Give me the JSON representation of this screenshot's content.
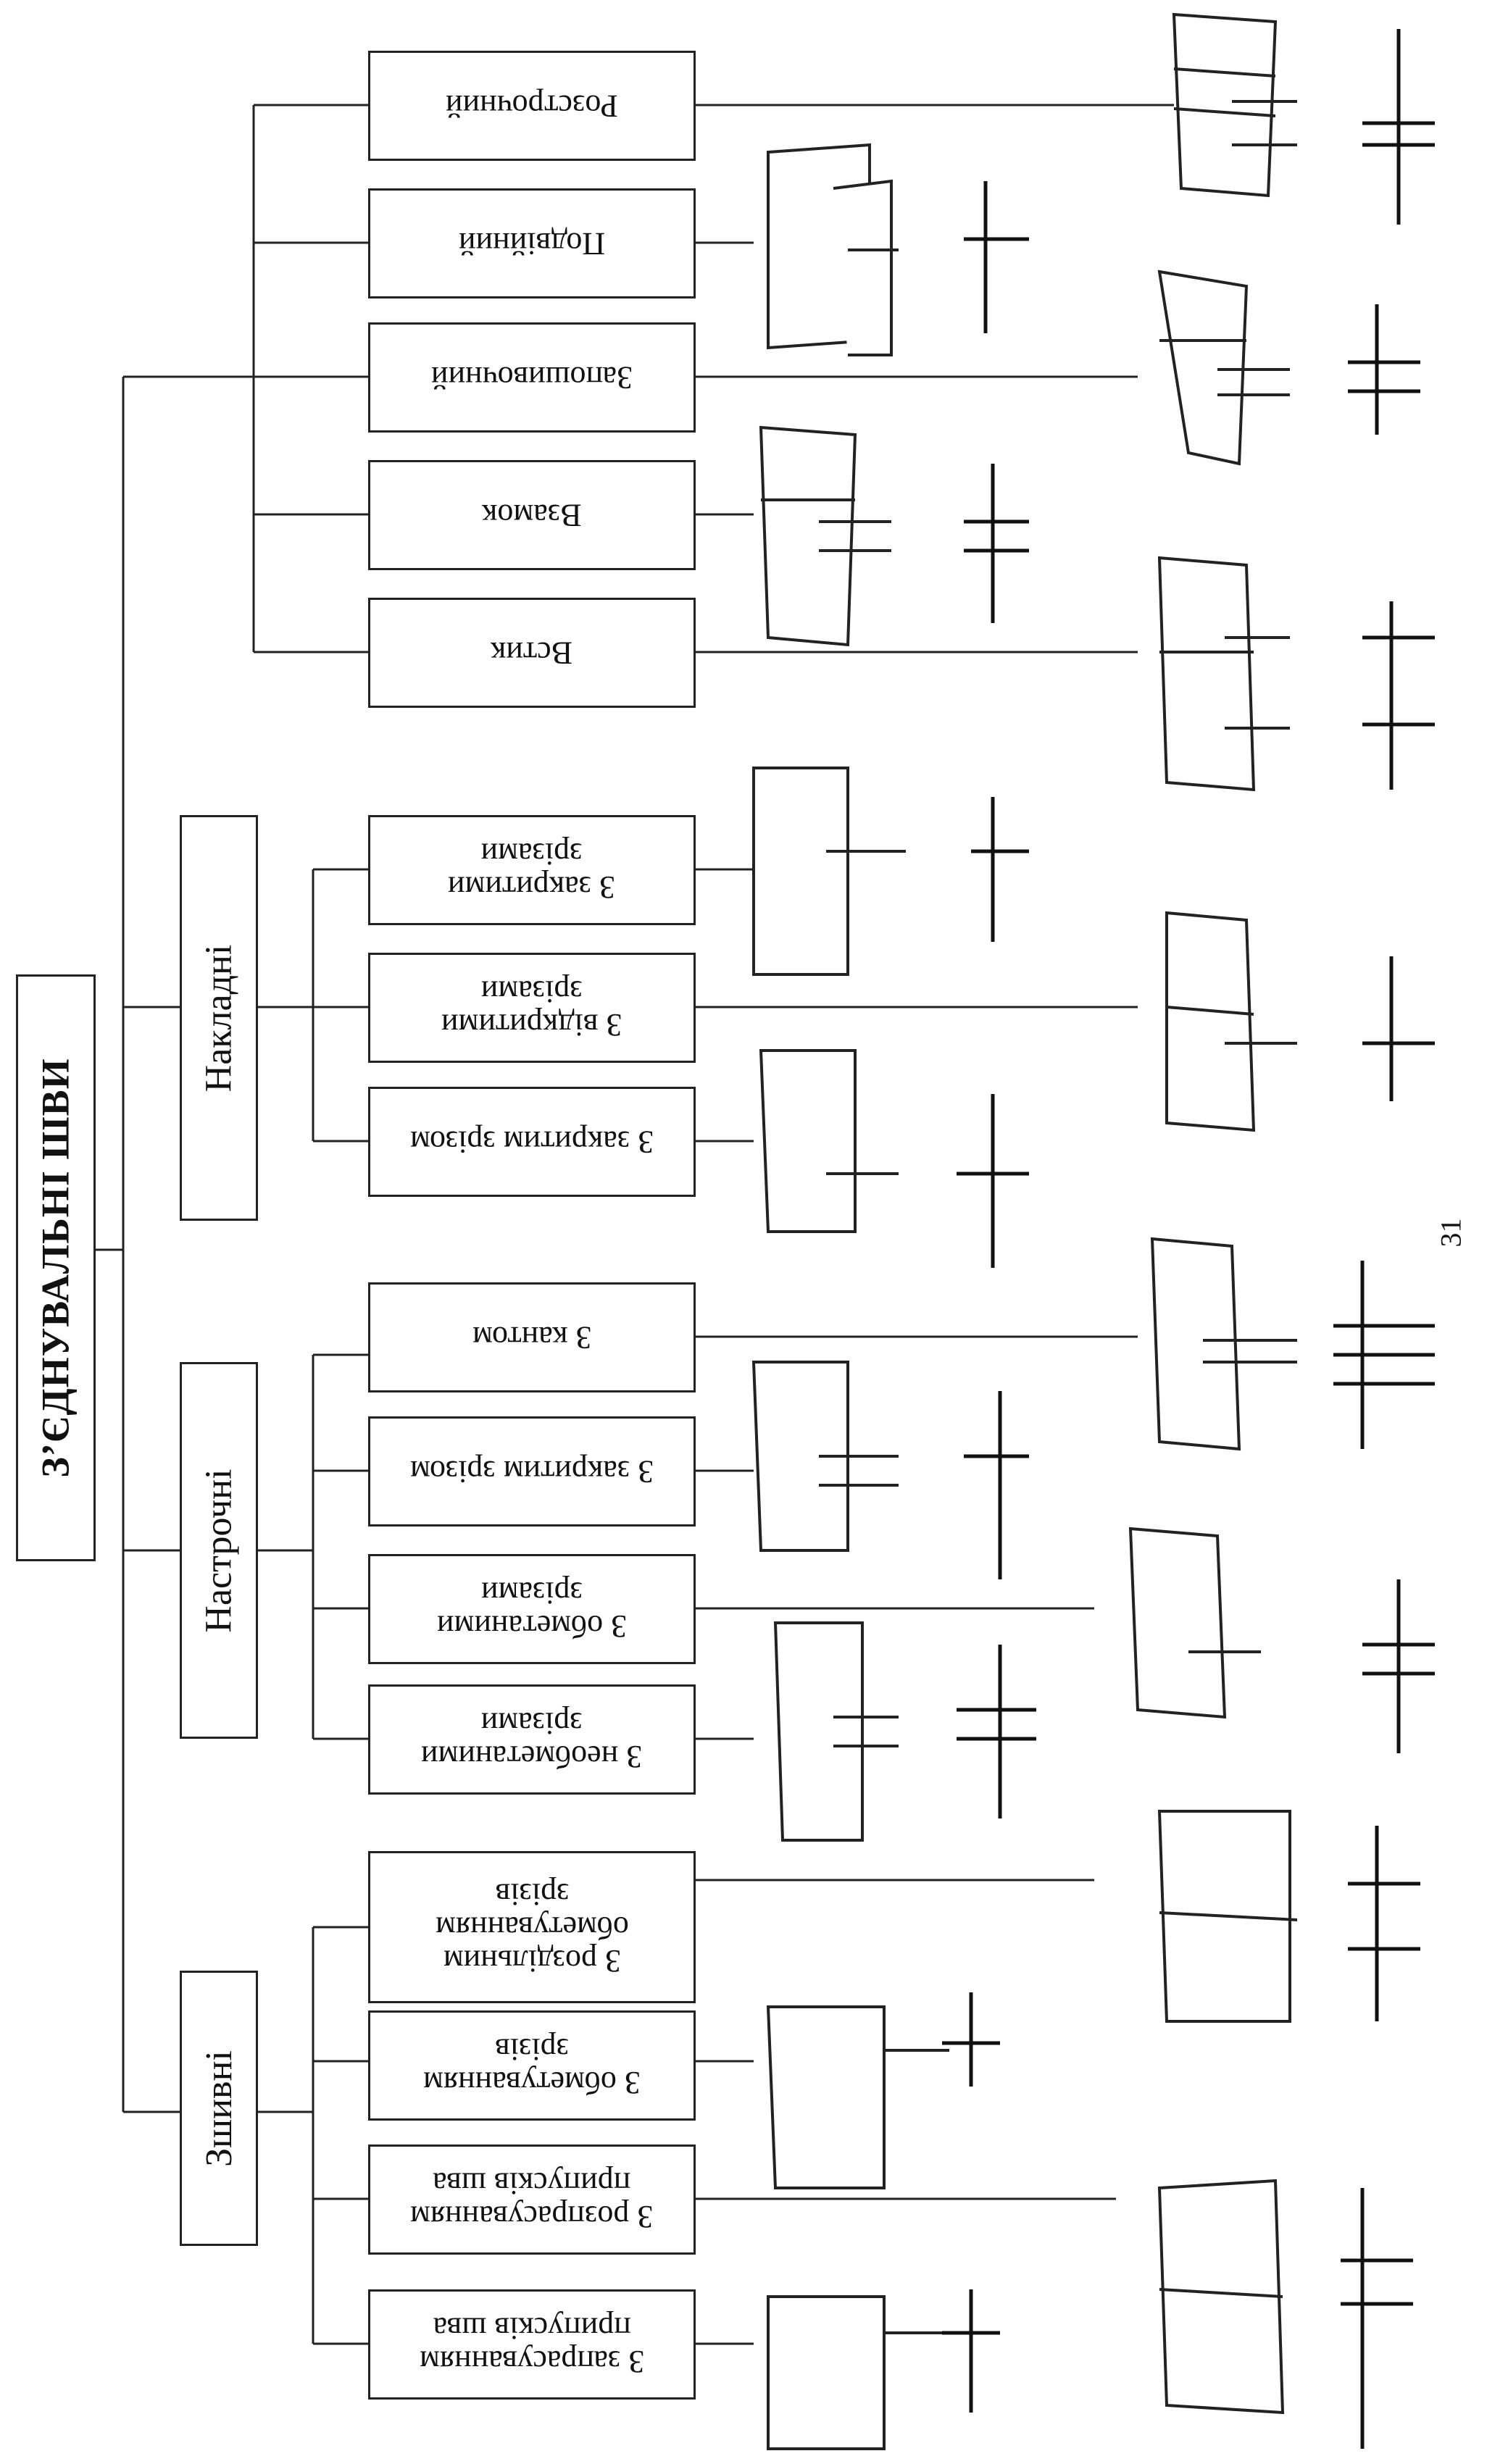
{
  "title": "З’ЄДНУВАЛЬНІ ШВИ",
  "categories": [
    {
      "id": "zshyvni",
      "label": "Зшивні"
    },
    {
      "id": "nastrochni",
      "label": "Настрочні"
    },
    {
      "id": "nakladni",
      "label": "Накладні"
    }
  ],
  "items": {
    "zshyvni_1": "З запрасуванням\nприпусків шва",
    "zshyvni_2": "З розпрасуванням\nприпусків шва",
    "zshyvni_3": "З обметуванням\nзрізів",
    "zshyvni_4": "З роздільним\nобметуванням\nзрізів",
    "nastrochni_1": "З необметаними\nзрізами",
    "nastrochni_2": "З обметаними\nзрізами",
    "nastrochni_3": "З закритим зрізом",
    "nastrochni_4": "З кантом",
    "nakladni_1": "З закритим зрізом",
    "nakladni_2": "З відкритими\nзрізами",
    "nakladni_3": "З закритими\nзрізами",
    "other_1": "Встик",
    "other_2": "Взамок",
    "other_3": "Запошивочний",
    "other_4": "Подвійний",
    "other_5": "Розстрочний"
  },
  "page_number": "31"
}
